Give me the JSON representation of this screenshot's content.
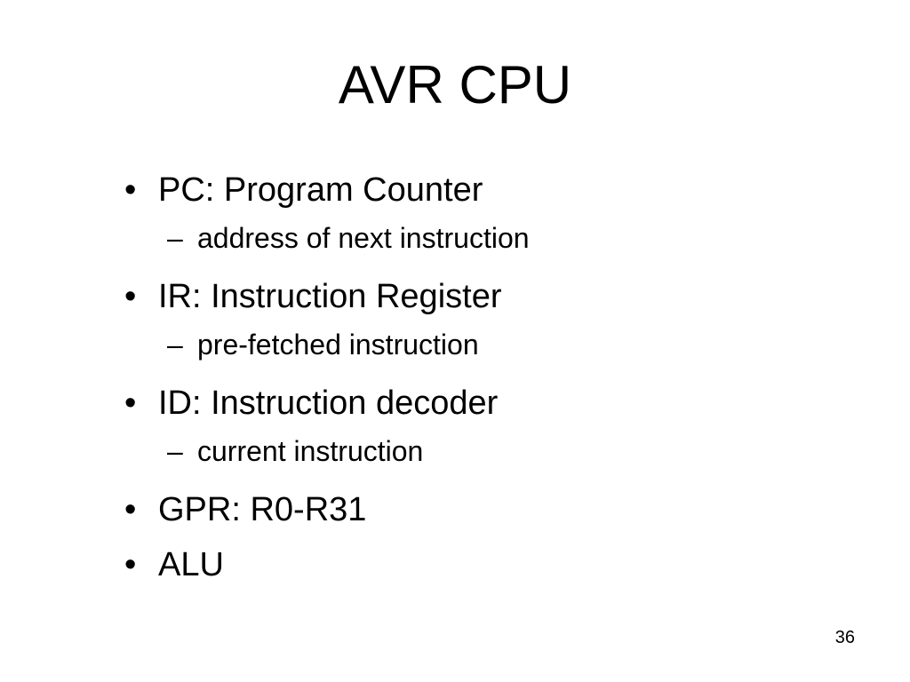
{
  "slide": {
    "title": "AVR CPU",
    "page_number": "36",
    "bullets": [
      {
        "marker": "•",
        "text": "PC: Program Counter",
        "sub": {
          "marker": "–",
          "text": "address of next instruction"
        }
      },
      {
        "marker": "•",
        "text": "IR: Instruction Register",
        "sub": {
          "marker": "–",
          "text": "pre-fetched instruction"
        }
      },
      {
        "marker": "•",
        "text": "ID: Instruction decoder",
        "sub": {
          "marker": "–",
          "text": "current instruction"
        }
      },
      {
        "marker": "•",
        "text": "GPR: R0-R31"
      },
      {
        "marker": "•",
        "text": "ALU"
      }
    ]
  }
}
